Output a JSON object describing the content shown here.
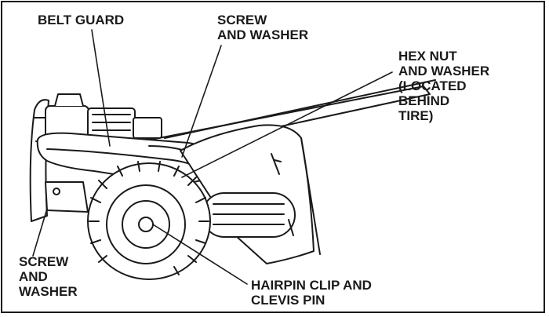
{
  "callouts": {
    "belt_guard": {
      "lines": [
        "BELT GUARD"
      ]
    },
    "screw_washer_top": {
      "lines": [
        "SCREW",
        "AND WASHER"
      ]
    },
    "hex_nut": {
      "lines": [
        "HEX NUT",
        "AND WASHER",
        "(LOCATED",
        "BEHIND",
        "TIRE)"
      ]
    },
    "screw_washer_bottom": {
      "lines": [
        "SCREW",
        "AND",
        "WASHER"
      ]
    },
    "hairpin": {
      "lines": [
        "HAIRPIN CLIP AND",
        "CLEVIS PIN"
      ]
    }
  },
  "colors": {
    "ink": "#1a1a1a",
    "paper": "#ffffff"
  }
}
